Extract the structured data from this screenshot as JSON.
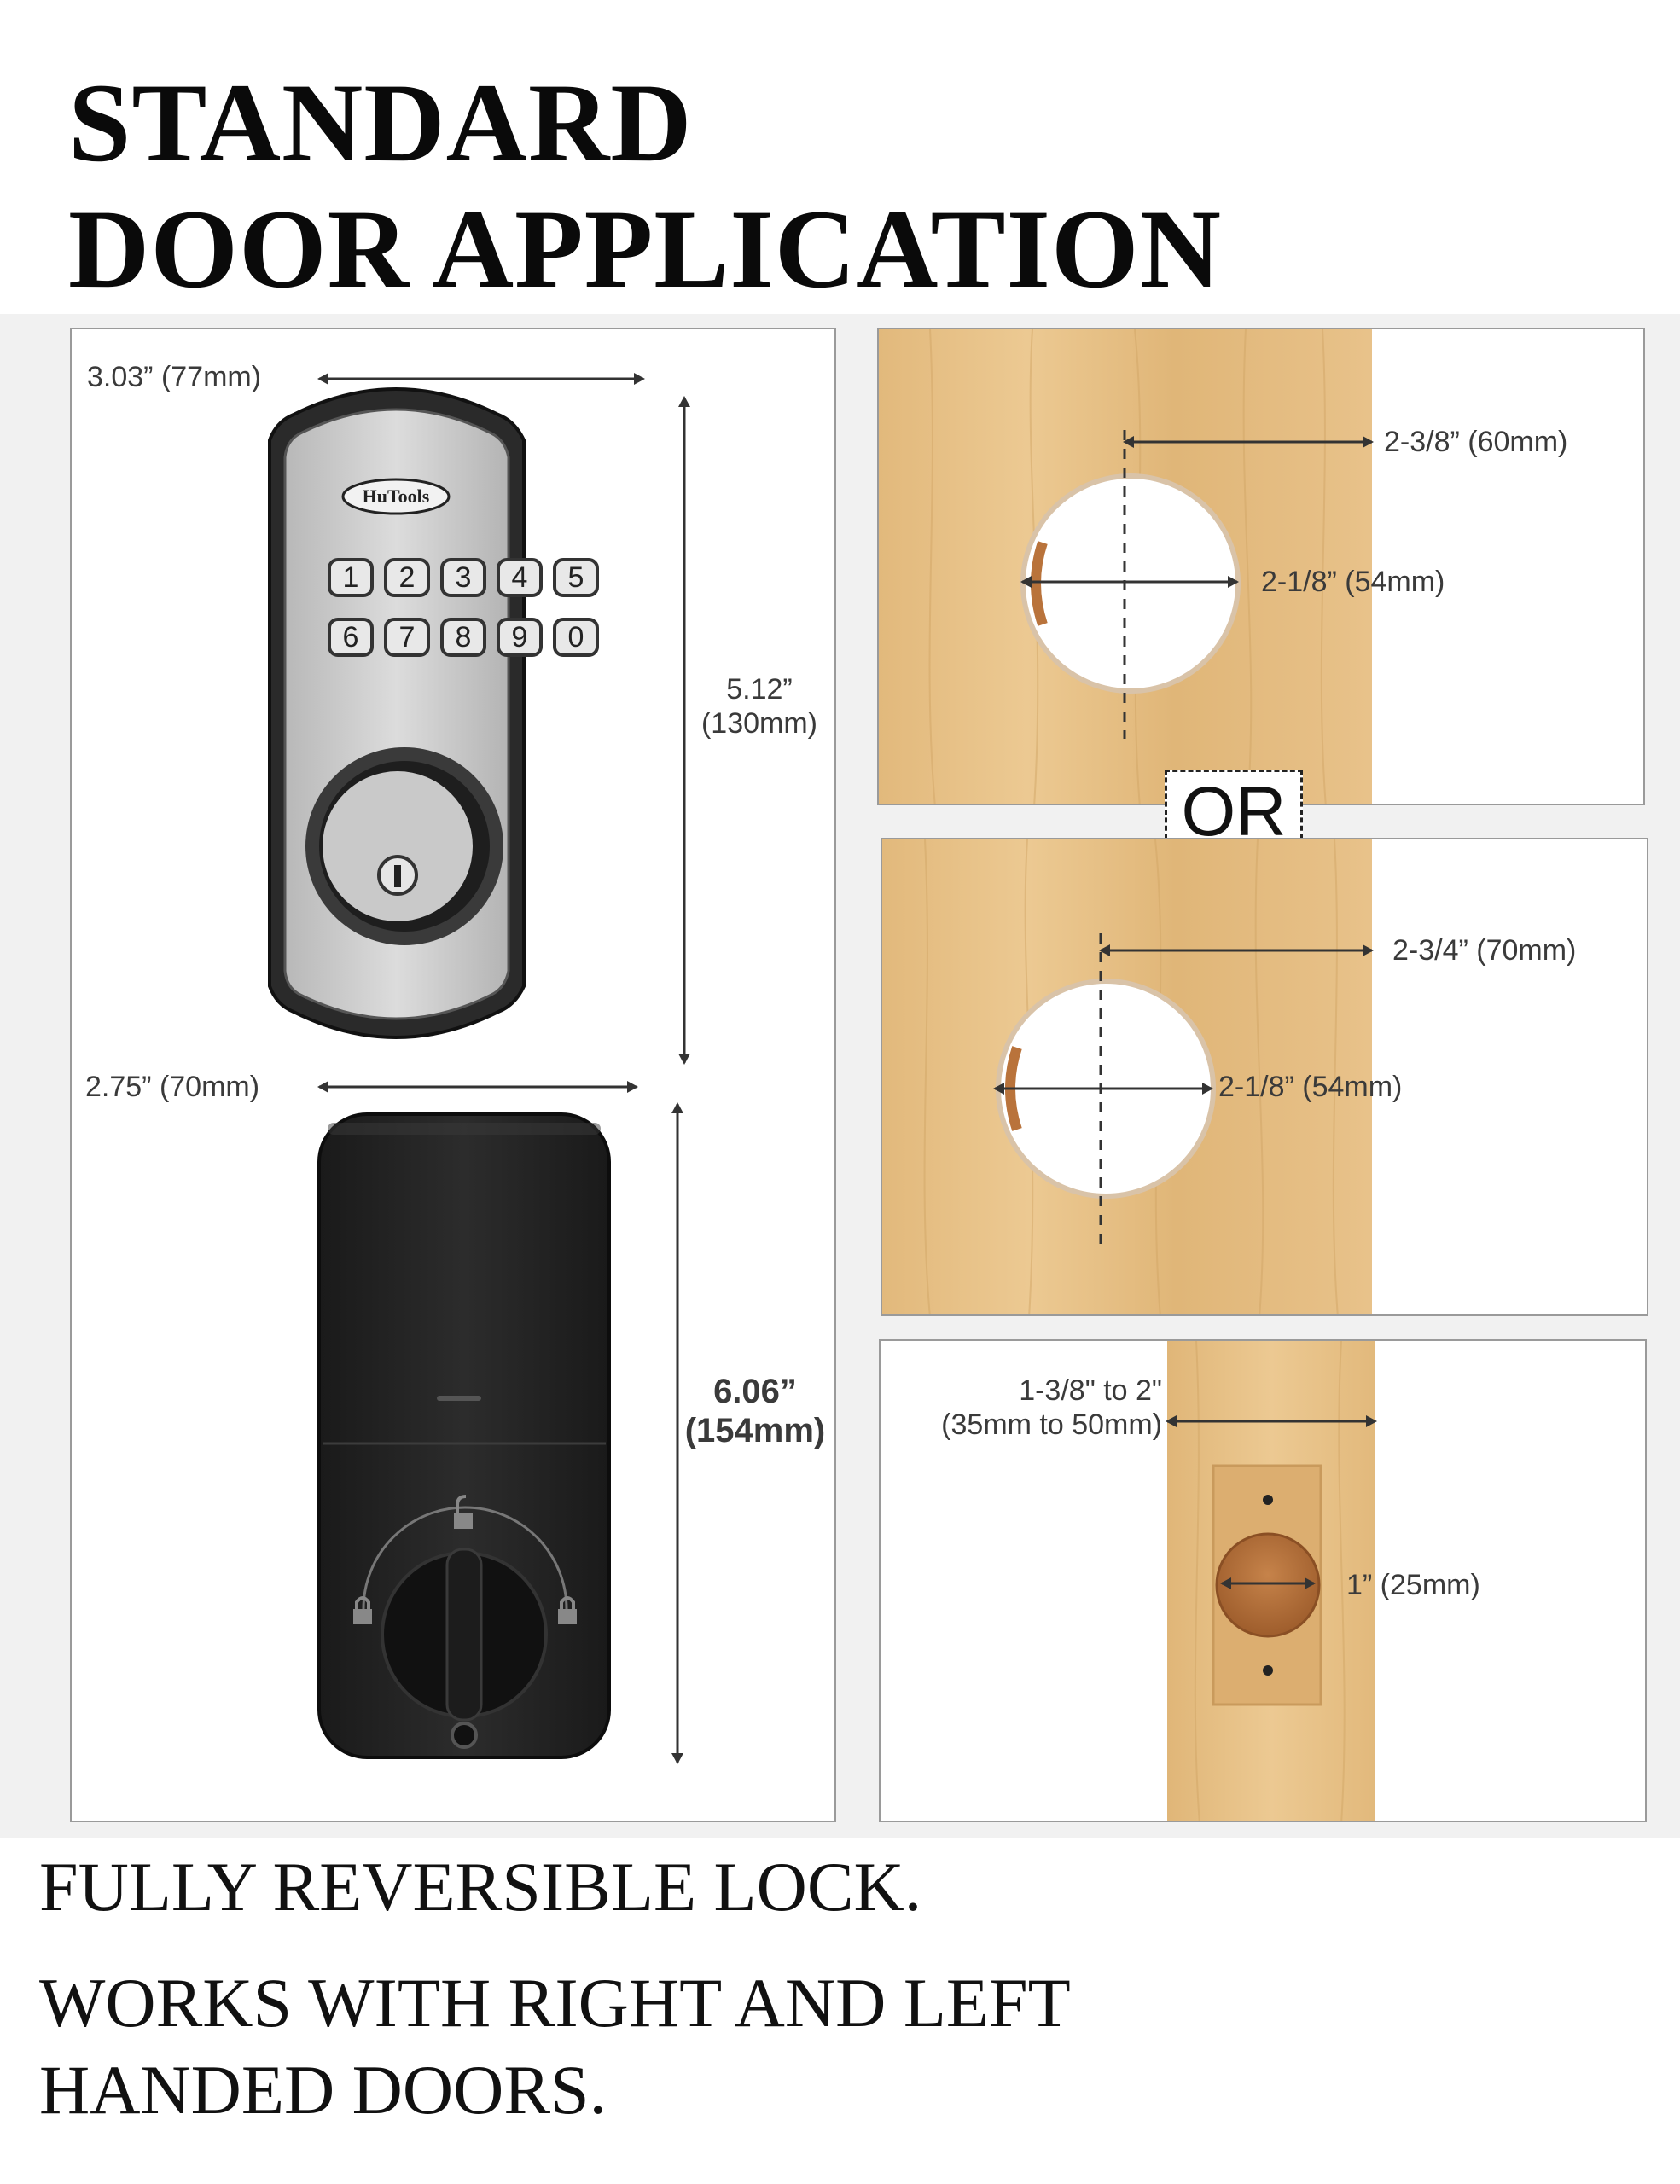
{
  "title": {
    "line1": "STANDARD",
    "line2": "DOOR APPLICATION"
  },
  "left_panel": {
    "brand": "HuTools",
    "keypad_keys": [
      "1",
      "2",
      "3",
      "4",
      "5",
      "6",
      "7",
      "8",
      "9",
      "0"
    ],
    "exterior_width": "3.03” (77mm)",
    "exterior_height_in": "5.12”",
    "exterior_height_mm": "(130mm)",
    "interior_width": "2.75” (70mm)",
    "interior_height_in": "6.06”",
    "interior_height_mm": "(154mm)"
  },
  "door_option_1": {
    "backset": "2-3/8” (60mm)",
    "bore": "2-1/8” (54mm)"
  },
  "or_label": "OR",
  "door_option_2": {
    "backset": "2-3/4” (70mm)",
    "bore": "2-1/8” (54mm)"
  },
  "edge_panel": {
    "thickness_in": "1-3/8\" to 2\"",
    "thickness_mm": "(35mm to 50mm)",
    "latch_bore": "1” (25mm)"
  },
  "footer": {
    "line1": "FULLY REVERSIBLE LOCK.",
    "line2": "WORKS WITH RIGHT AND LEFT",
    "line3": "HANDED DOORS."
  },
  "colors": {
    "wood": "#e4bd84",
    "wood_dark": "#c99a5c",
    "lock_satin": "#c7c7c7",
    "lock_black": "#222222",
    "latch_bore": "#b9733b"
  }
}
